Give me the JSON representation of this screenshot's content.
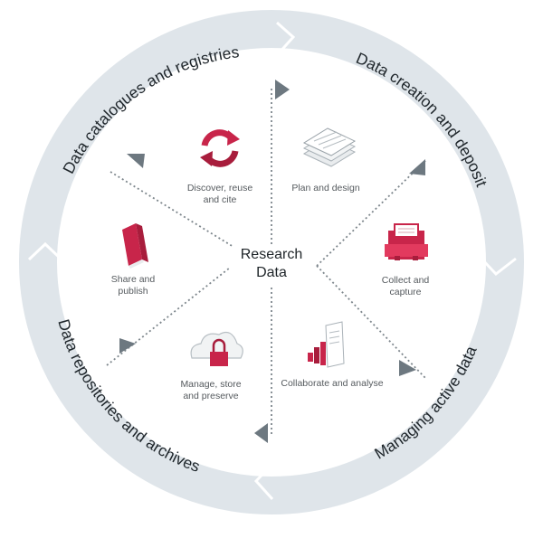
{
  "center": {
    "line1": "Research",
    "line2": "Data"
  },
  "ring": {
    "data_catalogues": "Data catalogues and registries",
    "data_creation": "Data creation and deposit",
    "managing_active": "Managing active data",
    "data_repositories": "Data repositories and archives"
  },
  "steps": {
    "discover": {
      "line1": "Discover, reuse",
      "line2": "and cite",
      "icon": "circular-arrows-icon"
    },
    "plan": {
      "line1": "Plan and design",
      "icon": "documents-stack-icon"
    },
    "collect": {
      "line1": "Collect and",
      "line2": "capture",
      "icon": "briefcase-icon"
    },
    "collaborate": {
      "line1": "Collaborate and analyse",
      "icon": "bar-chart-document-icon"
    },
    "manage": {
      "line1": "Manage, store",
      "line2": "and preserve",
      "icon": "cloud-lock-icon"
    },
    "share": {
      "line1": "Share and",
      "line2": "publish",
      "icon": "book-icon"
    }
  },
  "colors": {
    "ring": "#dfe5ea",
    "accent": "#c8254a",
    "arrow": "#6d7880",
    "text": "#1f262b"
  }
}
